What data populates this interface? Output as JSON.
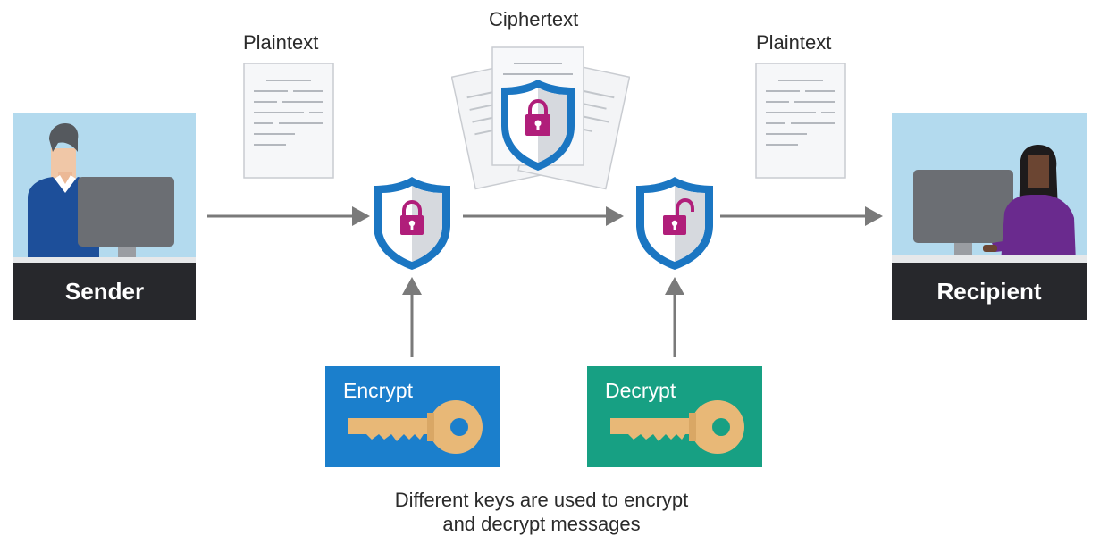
{
  "labels": {
    "plaintext_left": "Plaintext",
    "ciphertext": "Ciphertext",
    "plaintext_right": "Plaintext"
  },
  "sender": {
    "name": "Sender"
  },
  "recipient": {
    "name": "Recipient"
  },
  "keys": {
    "encrypt": {
      "label": "Encrypt",
      "color": "#1b7fcc"
    },
    "decrypt": {
      "label": "Decrypt",
      "color": "#17a083"
    }
  },
  "caption": {
    "line1": "Different keys are used to encrypt",
    "line2": "and decrypt messages"
  },
  "colors": {
    "shield_outer": "#1b76c2",
    "lock": "#b01e7a",
    "arrow": "#7a7a7a",
    "key_gold": "#e8b877"
  }
}
